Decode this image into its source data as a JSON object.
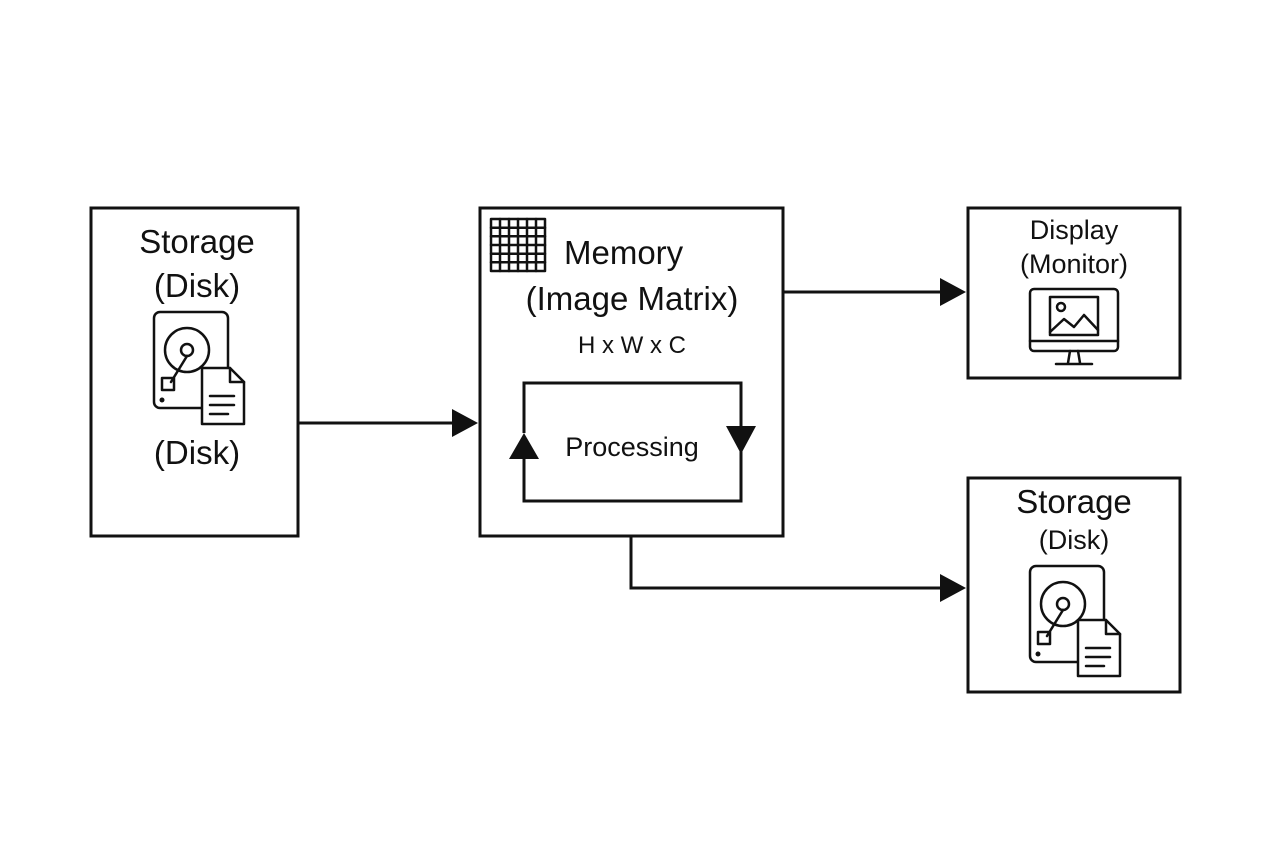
{
  "source_node": {
    "title": "Storage",
    "subtitle": "(Disk)",
    "caption": "(Disk)",
    "icon": "hard-drive-with-document-icon"
  },
  "memory_node": {
    "title": "Memory",
    "subtitle": "(Image Matrix)",
    "dimensions": "H x W x C",
    "icon": "grid-matrix-icon",
    "process_label": "Processing"
  },
  "display_node": {
    "title": "Display",
    "subtitle": "(Monitor)",
    "icon": "monitor-image-icon"
  },
  "output_storage_node": {
    "title": "Storage",
    "subtitle": "(Disk)",
    "icon": "hard-drive-with-document-icon"
  },
  "colors": {
    "stroke": "#111111",
    "background": "#ffffff"
  }
}
